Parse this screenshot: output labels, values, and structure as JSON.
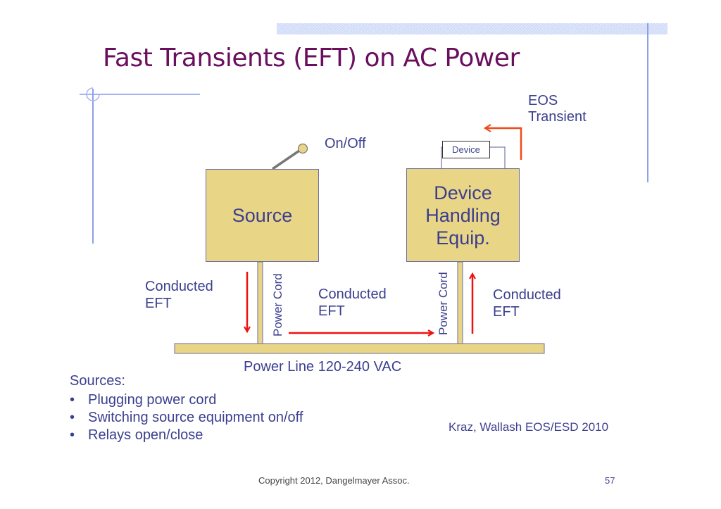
{
  "slide": {
    "title": "Fast Transients (EFT) on AC Power",
    "footer_copyright": "Copyright 2012, Dangelmayer Assoc.",
    "page_number": "57",
    "citation": "Kraz, Wallash EOS/ESD 2010"
  },
  "diagram": {
    "switch_label": "On/Off",
    "source_box_label": "Source",
    "device_box_label": "Device Handling Equip.",
    "device_box_lines": [
      "Device",
      "Handling",
      "Equip."
    ],
    "device_chip_label": "Device",
    "eos_label_lines": [
      "EOS",
      "Transient"
    ],
    "power_cord_label": "Power Cord",
    "conducted_eft_lines": [
      "Conducted",
      "EFT"
    ],
    "power_line_label": "Power Line 120-240 VAC",
    "colors": {
      "box_fill": "#e9d586",
      "arrow_red": "#ee1111",
      "eos_arrow": "#f04a1a",
      "title": "#6a0f5e",
      "text": "#3b3f8f"
    }
  },
  "sources": {
    "heading": "Sources:",
    "items": [
      "Plugging power cord",
      "Switching source equipment on/off",
      "Relays open/close"
    ],
    "bullet": "•"
  }
}
